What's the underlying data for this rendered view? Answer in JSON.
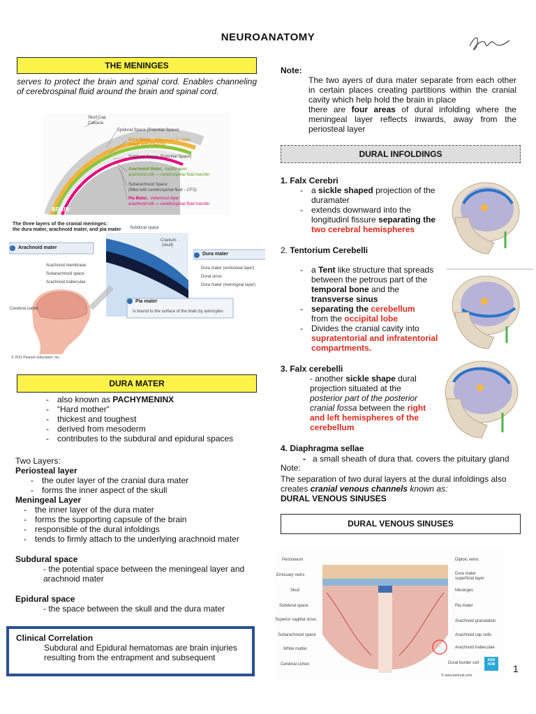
{
  "title": "NEUROANATOMY",
  "meninges": {
    "header": "THE MENINGES",
    "intro": "serves to protect the brain and spinal cord. Enables channeling of cerebrospinal fluid around the brain and spinal cord."
  },
  "fig_meninges_layers": {
    "skull_cap": "Skull Cap",
    "calvaria": "Calvaria",
    "epidural": "Epidural Space (Potential Space)",
    "dura": "Dura Mater,",
    "dura_sub": "most superior layer",
    "dura_sub2": "Tough and inflexible",
    "subdural": "Subdural Space (Potential Space)",
    "arachnoid": "Arachnoid Mater,",
    "arachnoid_sub": "middle layer",
    "arachnoid_sub2": "arachnoid villi — cerebrospinal fluid transfer",
    "subarachnoid": "Subarachnoid Space",
    "subarachnoid_sub": "(filled with cerebrospinal fluid – CFS)",
    "pia": "Pia Mater,",
    "pia_sub": "innermost layer",
    "pia_sub2": "arachnoid villi — cerebrospinal fluid transfer",
    "brain": "BRAIN"
  },
  "fig_three_layers": {
    "caption1": "The three layers of the cranial meninges:",
    "caption2": "the dura mater, arachnoid mater, and pia mater",
    "subdural_space": "Subdural space",
    "cranium": "Cranium",
    "skull": "(skull)",
    "arachnoid_box": "Arachnoid mater",
    "arachnoid_membrane": "Arachnoid membrane",
    "subarachnoid_space": "Subarachnoid space",
    "arachnoid_trabeculae": "Arachnoid trabeculae",
    "dura_box": "Dura mater",
    "dura_endosteal": "Dura mater (endosteal layer)",
    "dural_sinus": "Dural sinus",
    "dura_meningeal": "Dura mater (meningeal layer)",
    "cerebral_cortex": "Cerebral cortex",
    "pia_box": "Pia mater",
    "pia_text": "Is bound to the surface of the brain by astrocytes",
    "copyright": "© 2011 Pearson Education, Inc."
  },
  "dura": {
    "header": "DURA MATER",
    "bullets": [
      {
        "pre": "also known as ",
        "bold": "PACHYMENINX"
      },
      {
        "pre": "“Hard mother”",
        "bold": ""
      },
      {
        "pre": "thickest and toughest",
        "bold": ""
      },
      {
        "pre": "derived from mesoderm",
        "bold": ""
      },
      {
        "pre": "contributes to the subdural and epidural spaces",
        "bold": ""
      }
    ],
    "two_layers": "Two Layers:",
    "periosteal": "Periosteal layer",
    "periosteal_items": [
      "the outer layer of the cranial dura mater",
      "forms the inner aspect of the skull"
    ],
    "meningeal": "Meningeal Layer",
    "meningeal_items": [
      "the inner layer of the dura mater",
      "forms the supporting capsule of the brain",
      "responsible of the dural infoldings",
      "tends to firmly attach to the underlying arachnoid mater"
    ],
    "subdural_title": "Subdural space",
    "subdural_text": "- the potential space between the meningeal layer and arachnoid mater",
    "epidural_title": "Epidural space",
    "epidural_text": "- the space between the skull and the dura mater"
  },
  "clinical": {
    "title": "Clinical Correlation",
    "text": "Subdural and Epidural hematomas are brain injuries resulting from the entrapment and subsequent"
  },
  "note": {
    "label": "Note:",
    "text1": "The two ayers of dura mater separate from each other in certain places creating partitions within the cranial cavity which help hold the brain in place",
    "text2_pre": "there are ",
    "text2_bold": "four areas",
    "text2_post": " of dural infolding where the meningeal layer reflects inwards, away from the periosteal layer"
  },
  "infoldings": {
    "header": "DURAL INFOLDINGS",
    "falx_cerebri": {
      "title": "1.   Falx Cerebri",
      "b1_pre": "a ",
      "b1_bold": "sickle shaped",
      "b1_post": " projection of the duramater",
      "b2_pre": "extends downward into the longitudinl fissure ",
      "b2_bold": "separating the",
      "b2_red": "two cerebral hemispheres"
    },
    "tentorium": {
      "title_pre": "2. ",
      "title_bold": "Tentorium Cerebelli",
      "b1_pre": "a ",
      "b1_bold": "Tent",
      "b1_mid": " like structure that spreads between the petrous part of the ",
      "b1_bold2": "temporal bone",
      "b1_mid2": " and the ",
      "b1_bold3": "transverse sinus",
      "b2_bold": "separating the ",
      "b2_red": "cerebellum",
      "b2_mid": "from the ",
      "b2_red2": "occipital lobe",
      "b3": "Divides the cranial cavity into",
      "b3_red": "supratentorial and infratentorial compartments."
    },
    "falx_cerebelli": {
      "title": "3. Falx cerebelli",
      "t1_pre": "- another ",
      "t1_bold": "sickle shape",
      "t1_post": " dural projection situated at the",
      "t2_italic": "posterior part of the posterior cranial fossa",
      "t2_mid": " between the ",
      "t2_red": "right and left hemispheres of the cerebellum"
    },
    "diaphragma": {
      "title": "4. Diaphragma sellae",
      "bullet": "a small sheath of dura that.  covers the pituitary gland"
    }
  },
  "note2": {
    "label": "Note:",
    "text_pre": "The separation of two dural layers at the dural infoldings  also creates ",
    "text_bold_italic": "cranial venous channels",
    "text_italic": "  known as:",
    "bold_line": "DURAL VENOUS SINUSES"
  },
  "sinuses": {
    "header": "DURAL VENOUS SINUSES",
    "labels_left": [
      "Periosteum",
      "Emissary veins",
      "Skull",
      "Subdural space",
      "Superior sagittal sinus",
      "Subarachnoid space",
      "White matter",
      "Cerebral cortex"
    ],
    "labels_right": [
      "Diploic veins",
      "Dura mater superficial layer",
      "Meninges",
      "Pia mater",
      "Arachnoid granulation",
      "Arachnoid cap cells",
      "Arachnoid trabeculae",
      "Dural border cell"
    ],
    "brand": "KEN HUB",
    "website": "© www.kenhub.com"
  },
  "page_number": "1",
  "colors": {
    "yellow": "#fbf348",
    "red": "#d62a1e",
    "blue_border": "#2a4f93",
    "gray": "#dedede"
  }
}
